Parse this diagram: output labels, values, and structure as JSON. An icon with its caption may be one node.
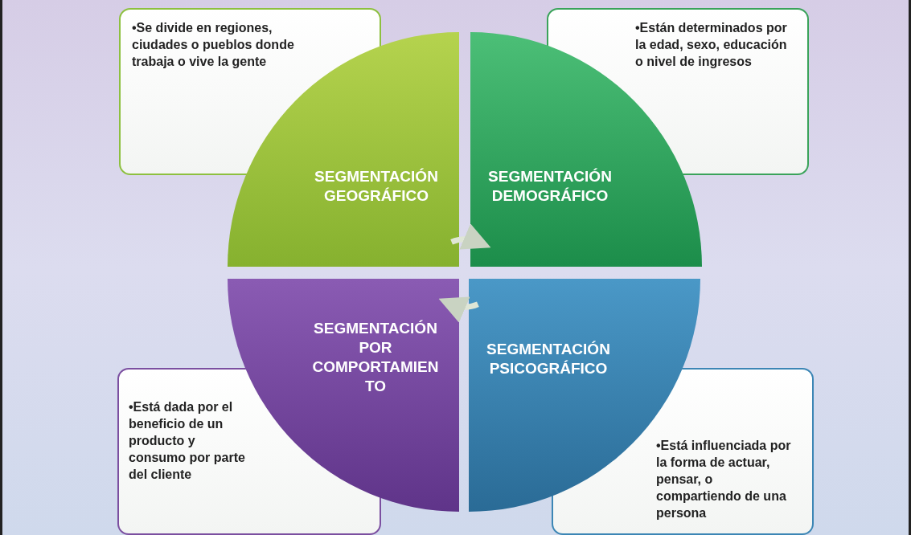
{
  "diagram": {
    "nodes": [
      {
        "text": [
          "•Se divide en regiones, ciudades o pueblos donde trabaja o vive la gente"
        ]
      },
      {
        "text": [
          "•Están determinados por la edad, sexo, educación o nivel de ingresos"
        ]
      },
      {
        "text": [
          "SEGMENTACIÓN GEOGRÁFICO"
        ]
      },
      {
        "text": [
          "SEGMENTACIÓN DEMOGRÁFICO"
        ]
      },
      {
        "text": [
          "SEGMENTACIÓN POR COMPORTAMIENTO"
        ]
      },
      {
        "text": [
          "SEGMENTACIÓN PSICOGRÁFICO"
        ]
      },
      {
        "text": [
          "•Está dada por el beneficio de un producto y consumo por parte del cliente"
        ]
      },
      {
        "text": [
          "•Está influenciada por la forma de actuar, pensar, o compartiendo de una persona"
        ]
      }
    ],
    "edges": [
      {
        "from": 2,
        "to": 3,
        "arrow": "to"
      },
      {
        "from": 5,
        "to": 4,
        "arrow": "to"
      }
    ]
  }
}
